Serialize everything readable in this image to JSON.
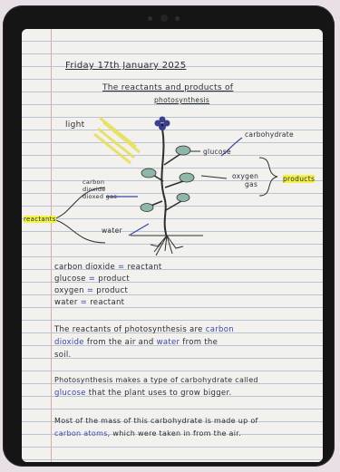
{
  "notebook": {
    "date": "Friday 17th January 2025",
    "title_line1": "The reactants and products of",
    "title_line2": "photosynthesis",
    "diagram": {
      "light": "light",
      "carbohydrate": "carbohydrate",
      "glucose": "glucose",
      "carbon_dioxide_1": "carbon",
      "carbon_dioxide_2": "dioxide",
      "carbon_dioxide_3": "dioxed gas",
      "oxygen_1": "oxygen",
      "oxygen_2": "gas",
      "products": "products",
      "reactants": "reactants",
      "water": "water"
    },
    "list": [
      {
        "left": "carbon dioxide",
        "eq": "=",
        "right": "reactant"
      },
      {
        "left": "glucose",
        "eq": "=",
        "right": "product"
      },
      {
        "left": "oxygen",
        "eq": "=",
        "right": "product"
      },
      {
        "left": "water",
        "eq": "=",
        "right": "reactant"
      }
    ],
    "para1": {
      "line1_a": "The reactants of photosynthesis are",
      "line1_b": "carbon",
      "line2_a": "dioxide",
      "line2_b": "from the air and",
      "line2_c": "water",
      "line2_d": "from the",
      "line3": "soil."
    },
    "para2": {
      "line1": "Photosynthesis makes a type of carbohydrate called",
      "line2_a": "glucose",
      "line2_b": "that the plant uses to grow bigger."
    },
    "para3": {
      "line1": "Most of the mass of this carbohydrate is made up of",
      "line2_a": "carbon atoms",
      "line2_b": ", which were taken in from the air."
    }
  },
  "colors": {
    "ink": "#2c2c34",
    "blue_ink": "#3a47a8",
    "highlighter": "#f2f24a",
    "margin": "#d9a9a9",
    "rule": "#b9c3d6"
  }
}
